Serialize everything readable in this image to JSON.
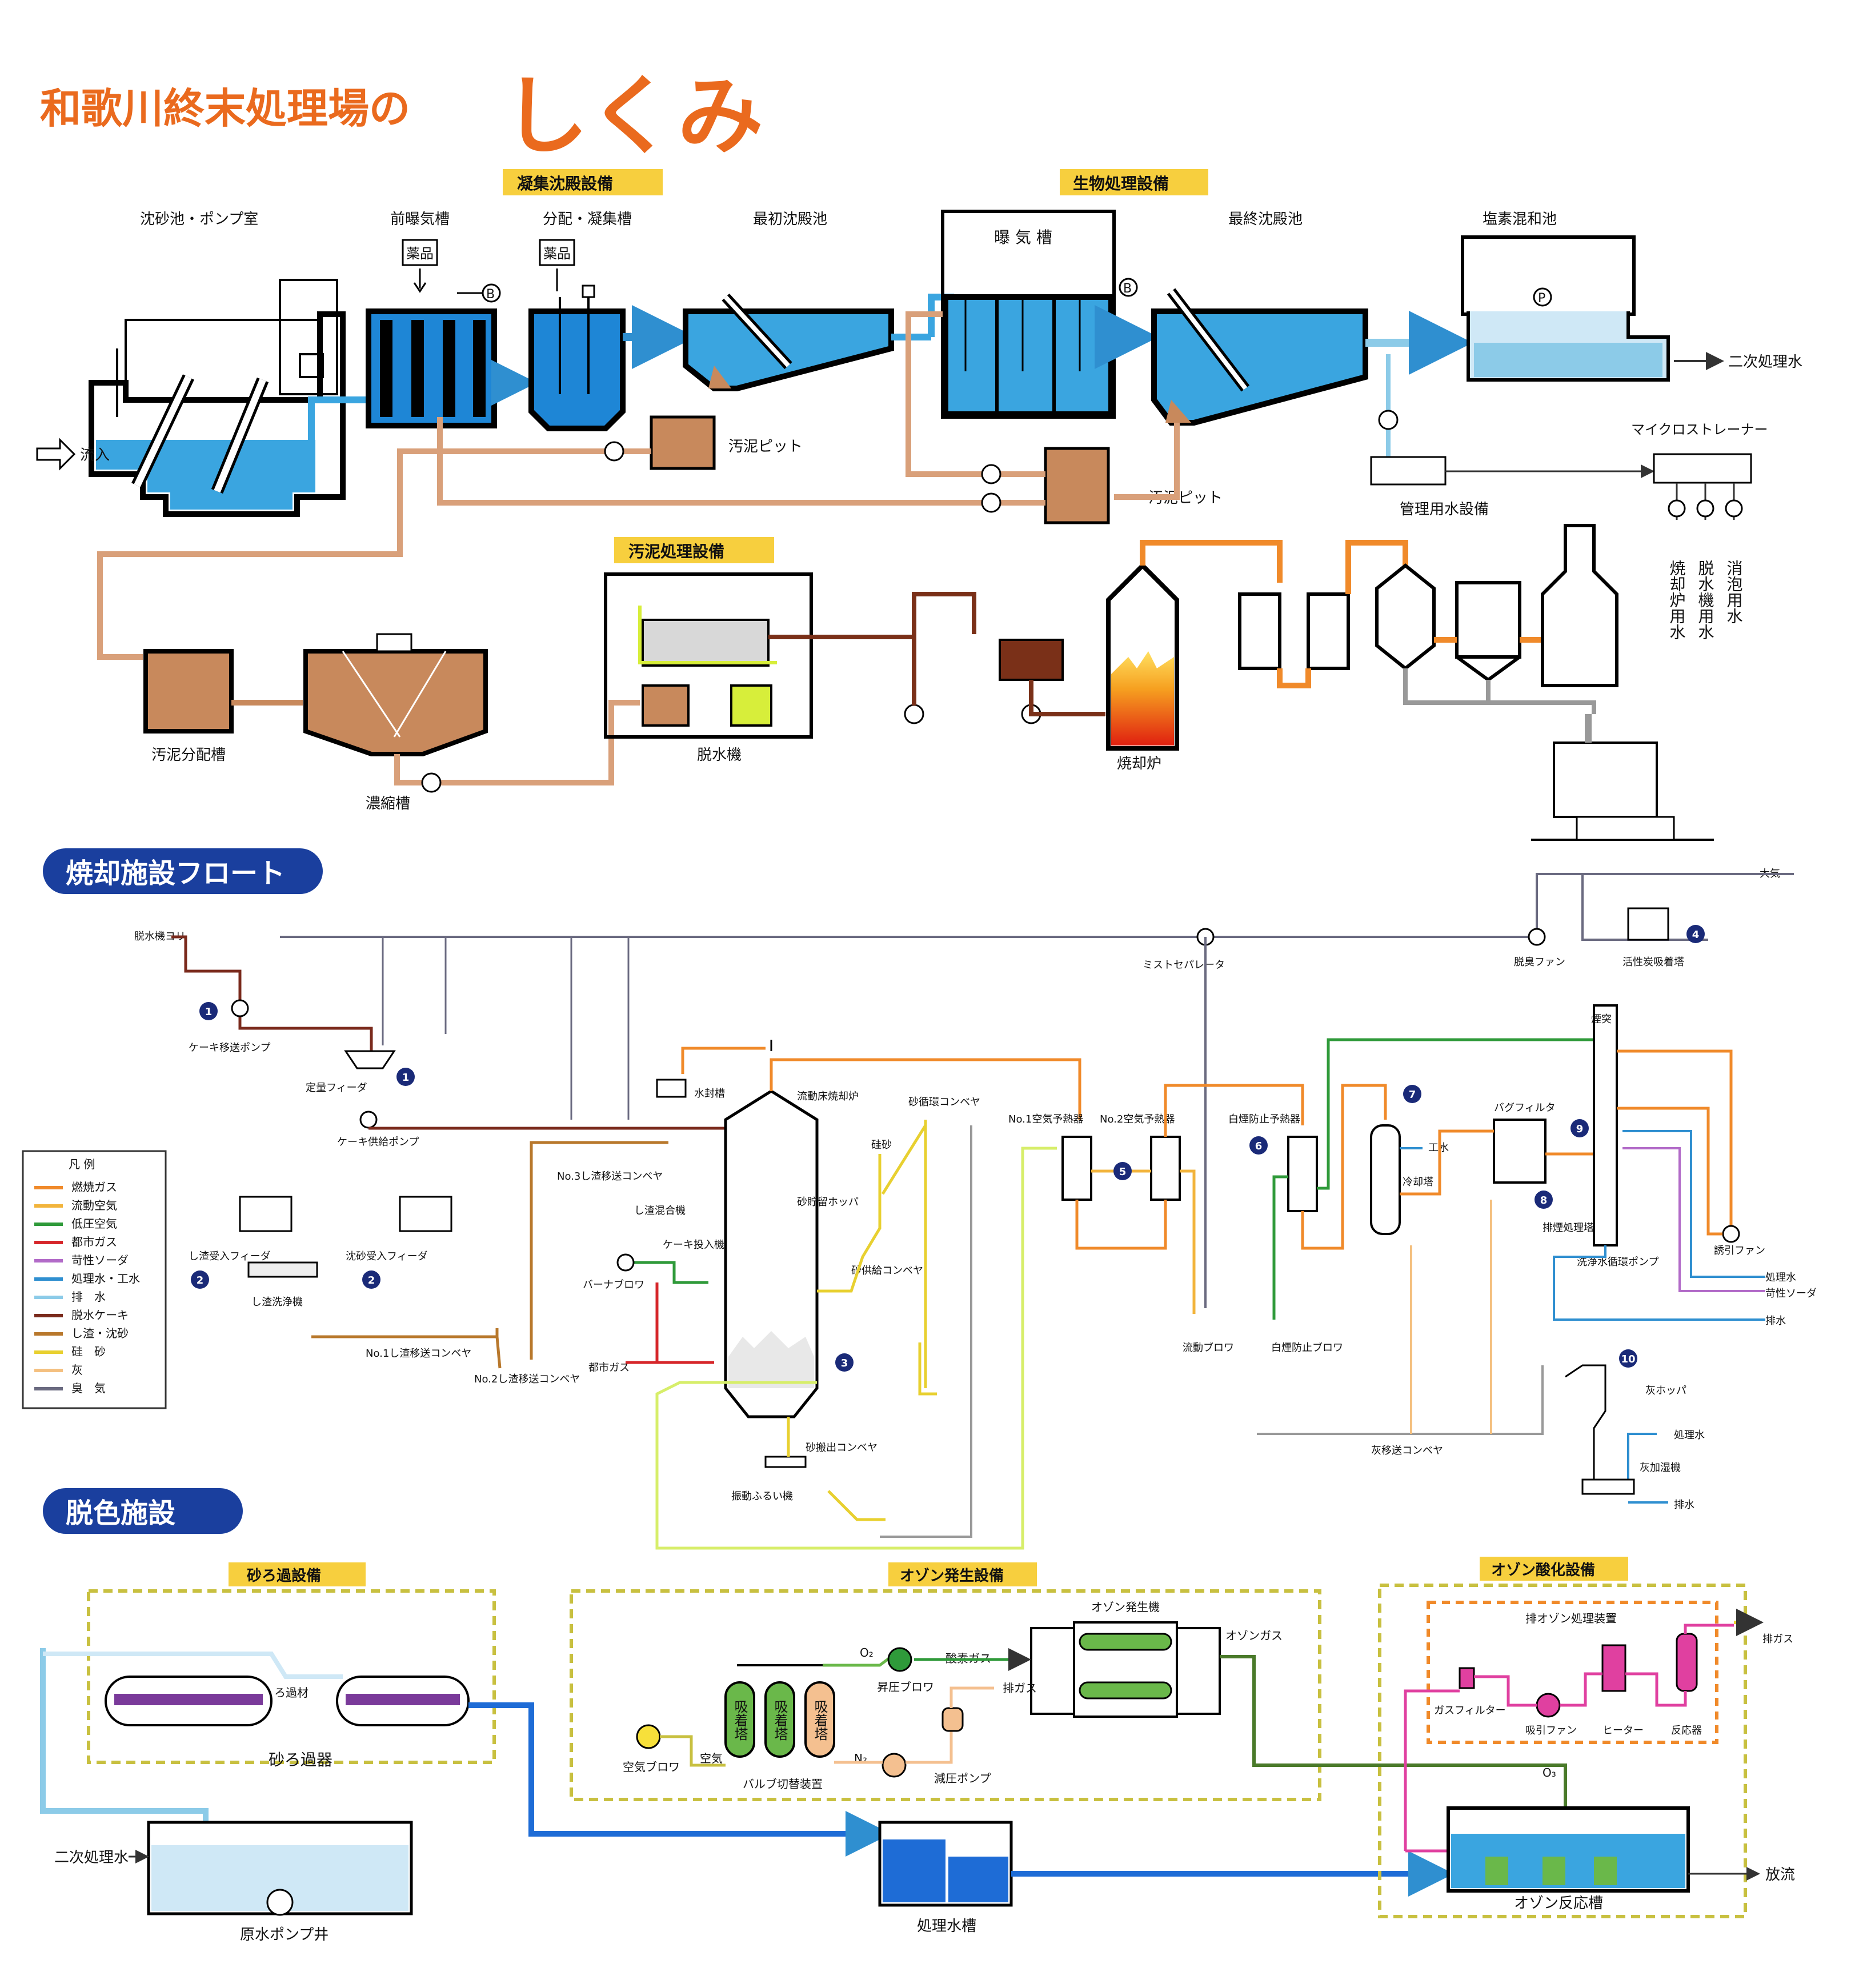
{
  "title": {
    "main": "和歌川終末処理場の",
    "big": "しくみ"
  },
  "tags": {
    "coagulation": "凝集沈殿設備",
    "biological": "生物処理設備",
    "sludge": "汚泥処理設備",
    "sand_filter": "砂ろ過設備",
    "ozone_gen": "オゾン発生設備",
    "ozone_ox": "オゾン酸化設備"
  },
  "sections": {
    "incineration": "焼却施設フロート",
    "decolor": "脱色施設"
  },
  "treatment": {
    "grit_pump": "沈砂池・ポンプ室",
    "pre_aeration": "前曝気槽",
    "distribution": "分配・凝集槽",
    "primary": "最初沈殿池",
    "aeration": "曝 気 槽",
    "final": "最終沈殿池",
    "chlorine": "塩素混和池",
    "chemical1": "薬品",
    "chemical2": "薬品",
    "inflow": "流入",
    "secondary_out": "二次処理水",
    "sludge_pit1": "汚泥ピット",
    "sludge_pit2": "汚泥ピット",
    "utility": "管理用水設備",
    "microstrainer": "マイクロストレーナー",
    "uses": [
      "焼却炉用水",
      "脱水機用水",
      "消泡用水"
    ],
    "sludge_dist": "汚泥分配槽",
    "thickener": "濃縮槽",
    "dewater": "脱水機",
    "incinerator": "焼却炉"
  },
  "flow": {
    "legend_title": "凡 例",
    "legend": [
      {
        "label": "燃焼ガス",
        "color": "#f08a2a"
      },
      {
        "label": "流動空気",
        "color": "#f2b43c"
      },
      {
        "label": "低圧空気",
        "color": "#2f9a3a"
      },
      {
        "label": "都市ガス",
        "color": "#d6262a"
      },
      {
        "label": "苛性ソーダ",
        "color": "#b26bc8"
      },
      {
        "label": "処理水・工水",
        "color": "#2f8fd0"
      },
      {
        "label": "排　水",
        "color": "#8ccbe8"
      },
      {
        "label": "脱水ケーキ",
        "color": "#7a2a1c"
      },
      {
        "label": "し渣・沈砂",
        "color": "#b8782c"
      },
      {
        "label": "硅　砂",
        "color": "#e8d030"
      },
      {
        "label": "灰",
        "color": "#f4c080"
      },
      {
        "label": "臭　気",
        "color": "#6a6a80"
      }
    ],
    "labels": {
      "from_dewater": "脱水機ヨリ",
      "cake_pump": "ケーキ移送ポンプ",
      "fixed_feeder": "定量フィーダ",
      "cake_supply_pump": "ケーキ供給ポンプ",
      "screen_feeder": "し渣受入フィーダ",
      "grit_feeder": "沈砂受入フィーダ",
      "screen_washer": "し渣洗浄機",
      "no1_conv": "No.1し渣移送コンベヤ",
      "no2_conv": "No.2し渣移送コンベヤ",
      "no3_conv": "No.3し渣移送コンベヤ",
      "screen_mixer": "し渣混合機",
      "cake_input": "ケーキ投入機",
      "burner_blower": "バーナブロワ",
      "city_gas": "都市ガス",
      "water_seal": "水封槽",
      "fluid_furnace": "流動床焼却炉",
      "sand_storage_conv": "砂循環コンベヤ",
      "silica": "硅砂",
      "sand_hopper": "砂貯留ホッパ",
      "sand_supply_conv": "砂供給コンベヤ",
      "sand_out_conv": "砂搬出コンベヤ",
      "vib_sieve": "振動ふるい機",
      "no1_heater": "No.1空気予熱器",
      "no2_heater": "No.2空気予熱器",
      "white_heater": "白煙防止予熱器",
      "fluid_blower": "流動ブロワ",
      "white_fan": "白煙防止ブロワ",
      "mist_sep": "ミストセパレータ",
      "deodor_fan": "脱臭ファン",
      "carbon": "活性炭吸着塔",
      "atmos": "大気",
      "cooling": "冷却塔",
      "industrial_water": "工水",
      "bag_filter": "バグフィルタ",
      "ash_tank": "排煙処理塔",
      "wash_pump": "洗浄水循環ポンプ",
      "stack": "煙突",
      "induced_fan": "誘引ファン",
      "treated_water": "処理水",
      "caustic": "苛性ソーダ",
      "drain": "排水",
      "ash_hopper": "灰ホッパ",
      "ash_conv": "灰移送コンベヤ",
      "treat_w2": "処理水",
      "ash_humid": "灰加湿機",
      "drain2": "排水"
    },
    "numbers": [
      "1",
      "1",
      "2",
      "2",
      "3",
      "4",
      "5",
      "6",
      "7",
      "8",
      "9",
      "10"
    ]
  },
  "decolor": {
    "secondary_in": "二次処理水",
    "raw_pump_well": "原水ポンプ井",
    "sand_media": "ろ過材",
    "sand_filter_unit": "砂ろ過器",
    "treated_tank": "処理水槽",
    "ozone_reactor": "オゾン反応槽",
    "discharge": "放流",
    "ozone_generator": "オゾン発生機",
    "ozone_gas": "オゾンガス",
    "oxygen_gas": "酸素ガス",
    "booster": "昇圧ブロワ",
    "exhaust": "排ガス",
    "vacuum_pump": "減圧ポンプ",
    "air_blower": "空気ブロワ",
    "air": "空気",
    "valve_switch": "バルブ切替装置",
    "o2": "O₂",
    "n2": "N₂",
    "o3": "O₃",
    "adsorber": [
      "吸着塔",
      "吸着塔",
      "吸着塔"
    ],
    "off_gas_unit": "排オゾン処理装置",
    "gas_filter": "ガスフィルター",
    "suction_fan": "吸引ファン",
    "heater": "ヒーター",
    "reactor": "反応器",
    "exhaust2": "排ガス"
  }
}
